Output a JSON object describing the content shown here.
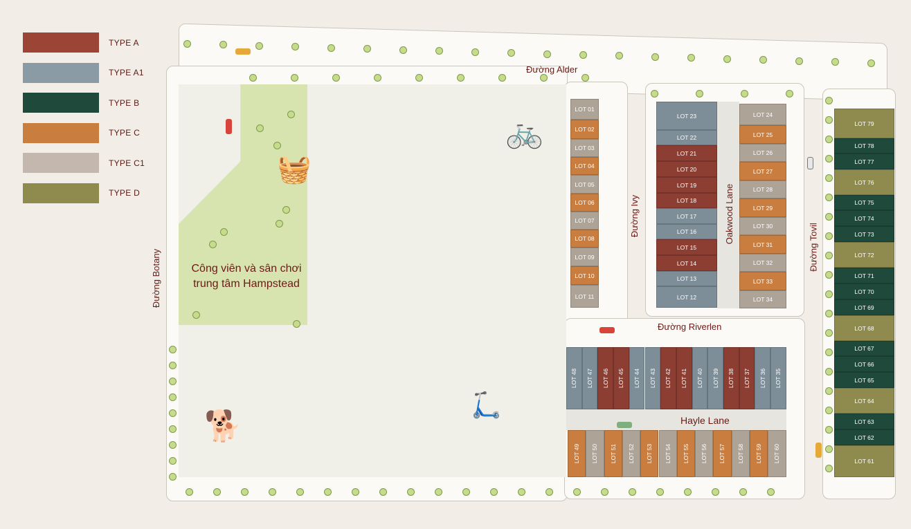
{
  "legend": [
    {
      "label": "TYPE A",
      "color": "#9c4537"
    },
    {
      "label": "TYPE A1",
      "color": "#8a9ba6"
    },
    {
      "label": "TYPE B",
      "color": "#1f4a3b"
    },
    {
      "label": "TYPE C",
      "color": "#c97e3f"
    },
    {
      "label": "TYPE C1",
      "color": "#c4b8ae"
    },
    {
      "label": "TYPE D",
      "color": "#8f8a4d"
    }
  ],
  "lot_colors": {
    "A": "#8d3e32",
    "A1": "#7d8e98",
    "B": "#1f4a3b",
    "C": "#c97e3f",
    "C1": "#aea397",
    "D": "#8f8a4d"
  },
  "streets": {
    "alder": "Đường Alder",
    "ivy": "Đường Ivy",
    "oakwood": "Oakwood Lane",
    "tovil": "Đường Tovil",
    "riverlen": "Đường Riverlen",
    "botany": "Đường Botany",
    "hayle": "Hayle Lane"
  },
  "park_label": "Công viên và sân chơi trung tâm Hampstead",
  "lots": {
    "col_west": [
      [
        "LOT 01",
        "C1"
      ],
      [
        "LOT 02",
        "C"
      ],
      [
        "LOT 03",
        "C1"
      ],
      [
        "LOT 04",
        "C"
      ],
      [
        "LOT 05",
        "C1"
      ],
      [
        "LOT 06",
        "C"
      ],
      [
        "LOT 07",
        "C1"
      ],
      [
        "LOT 08",
        "C"
      ],
      [
        "LOT 09",
        "C1"
      ],
      [
        "LOT 10",
        "C"
      ],
      [
        "LOT 11",
        "C1"
      ]
    ],
    "col_mid_left": [
      [
        "LOT 23",
        "A1"
      ],
      [
        "LOT 22",
        "A1"
      ],
      [
        "LOT 21",
        "A"
      ],
      [
        "LOT 20",
        "A"
      ],
      [
        "LOT 19",
        "A"
      ],
      [
        "LOT 18",
        "A"
      ],
      [
        "LOT 17",
        "A1"
      ],
      [
        "LOT 16",
        "A1"
      ],
      [
        "LOT 15",
        "A"
      ],
      [
        "LOT 14",
        "A"
      ],
      [
        "LOT 13",
        "A1"
      ],
      [
        "LOT 12",
        "A1"
      ]
    ],
    "col_mid_right": [
      [
        "LOT 24",
        "C1"
      ],
      [
        "LOT 25",
        "C"
      ],
      [
        "LOT 26",
        "C1"
      ],
      [
        "LOT 27",
        "C"
      ],
      [
        "LOT 28",
        "C1"
      ],
      [
        "LOT 29",
        "C"
      ],
      [
        "LOT 30",
        "C1"
      ],
      [
        "LOT 31",
        "C"
      ],
      [
        "LOT 32",
        "C1"
      ],
      [
        "LOT 33",
        "C"
      ],
      [
        "LOT 34",
        "C1"
      ]
    ],
    "col_east": [
      [
        "LOT 79",
        "D"
      ],
      [
        "LOT 78",
        "B"
      ],
      [
        "LOT 77",
        "B"
      ],
      [
        "LOT 76",
        "D"
      ],
      [
        "LOT 75",
        "B"
      ],
      [
        "LOT 74",
        "B"
      ],
      [
        "LOT 73",
        "B"
      ],
      [
        "LOT 72",
        "D"
      ],
      [
        "LOT 71",
        "B"
      ],
      [
        "LOT 70",
        "B"
      ],
      [
        "LOT 69",
        "B"
      ],
      [
        "LOT 68",
        "D"
      ],
      [
        "LOT 67",
        "B"
      ],
      [
        "LOT 66",
        "B"
      ],
      [
        "LOT 65",
        "B"
      ],
      [
        "LOT 64",
        "D"
      ],
      [
        "LOT 63",
        "B"
      ],
      [
        "LOT 62",
        "B"
      ],
      [
        "LOT 61",
        "D"
      ]
    ],
    "row_north": [
      [
        "LOT 48",
        "A1"
      ],
      [
        "LOT 47",
        "A1"
      ],
      [
        "LOT 46",
        "A"
      ],
      [
        "LOT 45",
        "A"
      ],
      [
        "LOT 44",
        "A1"
      ],
      [
        "LOT 43",
        "A1"
      ],
      [
        "LOT 42",
        "A"
      ],
      [
        "LOT 41",
        "A"
      ],
      [
        "LOT 40",
        "A1"
      ],
      [
        "LOT 39",
        "A1"
      ],
      [
        "LOT 38",
        "A"
      ],
      [
        "LOT 37",
        "A"
      ],
      [
        "LOT 36",
        "A1"
      ],
      [
        "LOT 35",
        "A1"
      ]
    ],
    "row_south": [
      [
        "LOT 49",
        "C"
      ],
      [
        "LOT 50",
        "C1"
      ],
      [
        "LOT 51",
        "C"
      ],
      [
        "LOT 52",
        "C1"
      ],
      [
        "LOT 53",
        "C"
      ],
      [
        "LOT 54",
        "C1"
      ],
      [
        "LOT 55",
        "C"
      ],
      [
        "LOT 56",
        "C1"
      ],
      [
        "LOT 57",
        "C"
      ],
      [
        "LOT 58",
        "C1"
      ],
      [
        "LOT 59",
        "C"
      ],
      [
        "LOT 60",
        "C1"
      ]
    ]
  }
}
